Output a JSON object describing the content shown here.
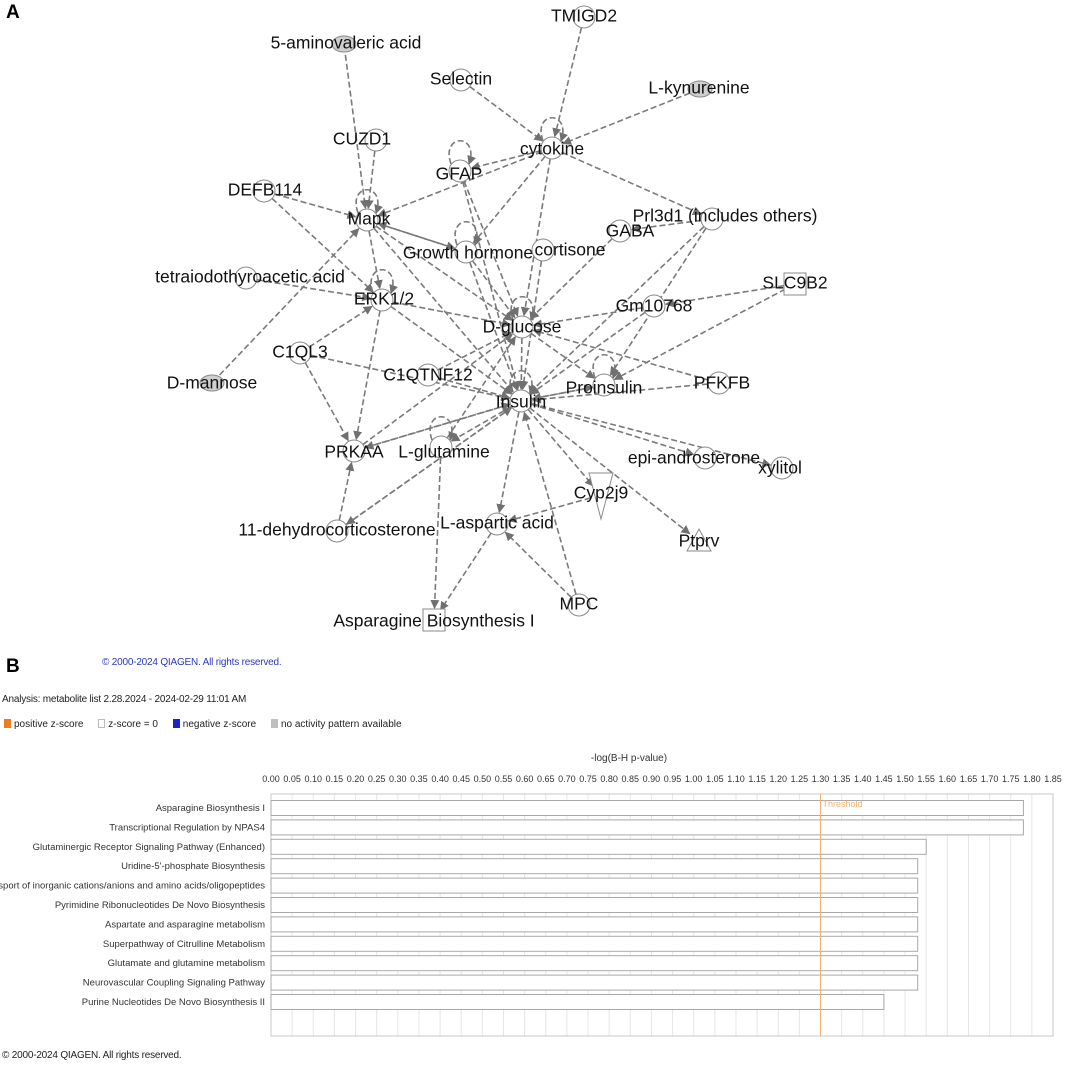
{
  "panel_a_label": "A",
  "panel_b_label": "B",
  "network": {
    "nodes": [
      {
        "id": "tmigd2",
        "label": "TMIGD2",
        "shape": "circle"
      },
      {
        "id": "aminovaleric",
        "label": "5-aminovaleric acid",
        "shape": "ellipse-gray"
      },
      {
        "id": "selectin",
        "label": "Selectin",
        "shape": "circle"
      },
      {
        "id": "kynurenine",
        "label": "L-kynurenine",
        "shape": "ellipse-gray"
      },
      {
        "id": "cuzd1",
        "label": "CUZD1",
        "shape": "circle"
      },
      {
        "id": "cytokine",
        "label": "cytokine",
        "shape": "circle"
      },
      {
        "id": "gfap",
        "label": "GFAP",
        "shape": "circle"
      },
      {
        "id": "defb114",
        "label": "DEFB114",
        "shape": "circle"
      },
      {
        "id": "mapk",
        "label": "Mapk",
        "shape": "circle"
      },
      {
        "id": "prl3d1",
        "label": "Prl3d1 (includes others)",
        "shape": "circle"
      },
      {
        "id": "gaba",
        "label": "GABA",
        "shape": "circle"
      },
      {
        "id": "gh",
        "label": "Growth hormone",
        "shape": "circle"
      },
      {
        "id": "cortisone",
        "label": "cortisone",
        "shape": "circle"
      },
      {
        "id": "tetraiodo",
        "label": "tetraiodothyroacetic acid",
        "shape": "circle"
      },
      {
        "id": "slc9b2",
        "label": "SLC9B2",
        "shape": "square"
      },
      {
        "id": "erk",
        "label": "ERK1/2",
        "shape": "circle"
      },
      {
        "id": "gm10768",
        "label": "Gm10768",
        "shape": "circle"
      },
      {
        "id": "dglucose",
        "label": "D-glucose",
        "shape": "circle"
      },
      {
        "id": "c1ql3",
        "label": "C1QL3",
        "shape": "circle"
      },
      {
        "id": "dmannose",
        "label": "D-mannose",
        "shape": "ellipse-gray"
      },
      {
        "id": "c1qtnf12",
        "label": "C1QTNF12",
        "shape": "circle"
      },
      {
        "id": "proinsulin",
        "label": "Proinsulin",
        "shape": "circle"
      },
      {
        "id": "pfkfb",
        "label": "PFKFB",
        "shape": "circle"
      },
      {
        "id": "insulin",
        "label": "Insulin",
        "shape": "circle"
      },
      {
        "id": "prkaa",
        "label": "PRKAA",
        "shape": "circle"
      },
      {
        "id": "glutamine",
        "label": "L-glutamine",
        "shape": "circle"
      },
      {
        "id": "epiandro",
        "label": "epi-androsterone",
        "shape": "circle"
      },
      {
        "id": "xylitol",
        "label": "xylitol",
        "shape": "circle"
      },
      {
        "id": "cyp2j9",
        "label": "Cyp2j9",
        "shape": "triangle-down"
      },
      {
        "id": "dehydro",
        "label": "11-dehydrocorticosterone",
        "shape": "circle"
      },
      {
        "id": "aspartic",
        "label": "L-aspartic acid",
        "shape": "circle"
      },
      {
        "id": "ptprv",
        "label": "Ptprv",
        "shape": "triangle-up"
      },
      {
        "id": "mpc",
        "label": "MPC",
        "shape": "circle"
      },
      {
        "id": "asparagine",
        "label": "Asparagine Biosynthesis I",
        "shape": "square"
      }
    ],
    "edges": [
      [
        "tmigd2",
        "cytokine"
      ],
      [
        "aminovaleric",
        "mapk"
      ],
      [
        "selectin",
        "cytokine"
      ],
      [
        "kynurenine",
        "cytokine"
      ],
      [
        "cuzd1",
        "mapk"
      ],
      [
        "cytokine",
        "gfap"
      ],
      [
        "cytokine",
        "mapk"
      ],
      [
        "cytokine",
        "prl3d1"
      ],
      [
        "cytokine",
        "dglucose"
      ],
      [
        "cytokine",
        "gh"
      ],
      [
        "gfap",
        "dglucose"
      ],
      [
        "gfap",
        "insulin"
      ],
      [
        "defb114",
        "mapk"
      ],
      [
        "defb114",
        "erk"
      ],
      [
        "mapk",
        "erk"
      ],
      [
        "mapk",
        "gh"
      ],
      [
        "mapk",
        "insulin"
      ],
      [
        "mapk",
        "dglucose"
      ],
      [
        "prl3d1",
        "insulin"
      ],
      [
        "prl3d1",
        "gaba"
      ],
      [
        "prl3d1",
        "proinsulin"
      ],
      [
        "gaba",
        "dglucose"
      ],
      [
        "cortisone",
        "insulin"
      ],
      [
        "gh",
        "dglucose"
      ],
      [
        "gh",
        "insulin"
      ],
      [
        "gh",
        "mapk"
      ],
      [
        "tetraiodo",
        "erk"
      ],
      [
        "slc9b2",
        "gm10768"
      ],
      [
        "slc9b2",
        "proinsulin"
      ],
      [
        "erk",
        "insulin"
      ],
      [
        "erk",
        "dglucose"
      ],
      [
        "erk",
        "prkaa"
      ],
      [
        "gm10768",
        "dglucose"
      ],
      [
        "gm10768",
        "insulin"
      ],
      [
        "c1ql3",
        "erk"
      ],
      [
        "c1ql3",
        "prkaa"
      ],
      [
        "c1ql3",
        "insulin"
      ],
      [
        "dmannose",
        "mapk"
      ],
      [
        "c1qtnf12",
        "insulin"
      ],
      [
        "c1qtnf12",
        "dglucose"
      ],
      [
        "proinsulin",
        "insulin"
      ],
      [
        "pfkfb",
        "dglucose"
      ],
      [
        "pfkfb",
        "insulin"
      ],
      [
        "insulin",
        "prkaa"
      ],
      [
        "insulin",
        "glutamine"
      ],
      [
        "insulin",
        "proinsulin"
      ],
      [
        "insulin",
        "epiandro"
      ],
      [
        "insulin",
        "xylitol"
      ],
      [
        "insulin",
        "cyp2j9"
      ],
      [
        "insulin",
        "ptprv"
      ],
      [
        "insulin",
        "aspartic"
      ],
      [
        "dehydro",
        "insulin"
      ],
      [
        "dehydro",
        "prkaa"
      ],
      [
        "aspartic",
        "asparagine"
      ],
      [
        "glutamine",
        "asparagine"
      ],
      [
        "mpc",
        "aspartic"
      ],
      [
        "mpc",
        "insulin"
      ],
      [
        "cyp2j9",
        "aspartic"
      ],
      [
        "dglucose",
        "insulin"
      ],
      [
        "dglucose",
        "proinsulin"
      ],
      [
        "prkaa",
        "dglucose"
      ],
      [
        "glutamine",
        "dglucose"
      ],
      [
        "insulin",
        "dehydro"
      ],
      [
        "prkaa",
        "insulin"
      ]
    ],
    "self_loops": [
      "cytokine",
      "gfap",
      "mapk",
      "erk",
      "dglucose",
      "insulin",
      "proinsulin",
      "glutamine",
      "gh"
    ]
  },
  "copyright_top": "© 2000-2024 QIAGEN. All rights reserved.",
  "analysis_line": "Analysis: metabolite list 2.28.2024 - 2024-02-29 11:01 AM",
  "legend": [
    {
      "label": "positive z-score",
      "color": "#f07d1b"
    },
    {
      "label": "z-score = 0",
      "color": "#ffffff"
    },
    {
      "label": "negative z-score",
      "color": "#1c22c8"
    },
    {
      "label": "no activity pattern available",
      "color": "#bfbfbf"
    }
  ],
  "copyright_bottom": "© 2000-2024 QIAGEN. All rights reserved.",
  "chart_data": {
    "type": "bar",
    "orientation": "horizontal",
    "title": "-log(B-H p-value)",
    "xlim": [
      0,
      1.85
    ],
    "tick_labels": [
      "0.00",
      "0.05",
      "0.10",
      "0.15",
      "0.20",
      "0.25",
      "0.30",
      "0.35",
      "0.40",
      "0.45",
      "0.50",
      "0.55",
      "0.60",
      "0.65",
      "0.70",
      "0.75",
      "0.80",
      "0.85",
      "0.90",
      "0.95",
      "1.00",
      "1.05",
      "1.10",
      "1.15",
      "1.20",
      "1.25",
      "1.30",
      "1.35",
      "1.40",
      "1.45",
      "1.50",
      "1.55",
      "1.60",
      "1.65",
      "1.70",
      "1.75",
      "1.80",
      "1.85"
    ],
    "threshold": {
      "label": "Threshold",
      "value": 1.3
    },
    "categories": [
      "Asparagine Biosynthesis I",
      "Transcriptional Regulation by NPAS4",
      "Glutaminergic Receptor Signaling Pathway (Enhanced)",
      "Uridine-5'-phosphate Biosynthesis",
      "Transport of inorganic cations/anions and amino acids/oligopeptides",
      "Pyrimidine Ribonucleotides De Novo Biosynthesis",
      "Aspartate and asparagine metabolism",
      "Superpathway of Citrulline Metabolism",
      "Glutamate and glutamine metabolism",
      "Neurovascular Coupling Signaling Pathway",
      "Purine Nucleotides De Novo Biosynthesis II"
    ],
    "values": [
      1.78,
      1.78,
      1.55,
      1.53,
      1.53,
      1.53,
      1.53,
      1.53,
      1.53,
      1.53,
      1.45
    ],
    "grid": true,
    "bar_color": "#ffffff",
    "threshold_color": "#f0b070"
  }
}
